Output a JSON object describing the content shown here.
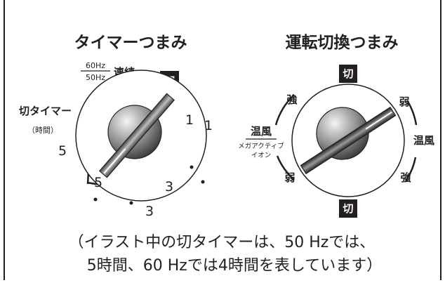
{
  "left_dial": {
    "title": "タイマーつまみ",
    "freq_top": "60Hz",
    "freq_bottom": "50Hz",
    "continuous": "連続",
    "off_badge": "切",
    "off_timer": "切タイマー",
    "hours": "（時間）",
    "mark_1_inner": "1",
    "mark_1_outer": "1",
    "mark_5_outer": "5",
    "mark_5_inner": "5",
    "mark_3_inner": "3",
    "mark_3_outer": "3"
  },
  "right_dial": {
    "title": "運転切換つまみ",
    "off_top": "切",
    "off_bottom": "切",
    "strong_upper_left": "強",
    "weak_upper_right": "弱",
    "warm_air_left": "温風",
    "mega_line_1": "メガアクティブ",
    "mega_line_2": "イオン",
    "warm_air_right": "温風",
    "weak_lower_left": "弱",
    "strong_lower_right": "強"
  },
  "caption": {
    "line1": "（イラスト中の切タイマーは、50 Hzでは、",
    "line2": "5時間、60 Hzでは4時間を表しています）"
  }
}
